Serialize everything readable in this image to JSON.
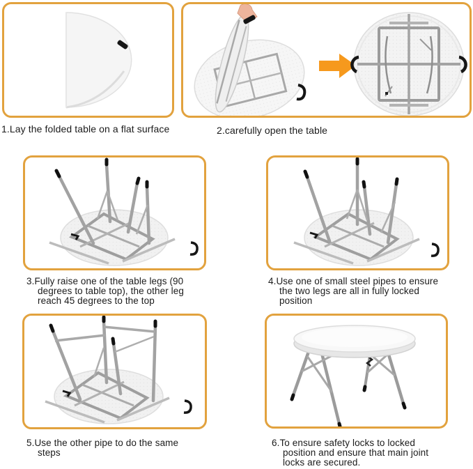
{
  "colors": {
    "panel_border": "#E2A23E",
    "arrow": "#F6991D",
    "text": "#1B1B1B",
    "table_surface": "#F4F4F4",
    "frame_gray": "#A2A2A2",
    "handle_black": "#161616"
  },
  "icons": {
    "arrow_right": "arrow-right-icon"
  },
  "steps": [
    {
      "num": "1",
      "lines": [
        "1.Lay the folded table on a flat surface"
      ]
    },
    {
      "num": "2",
      "lines": [
        "2.carefully open the table"
      ]
    },
    {
      "num": "3",
      "lines": [
        "3.Fully raise one of the table legs (90",
        "degrees to table top), the other leg",
        "reach 45 degrees to the top"
      ]
    },
    {
      "num": "4",
      "lines": [
        "4.Use one of small steel pipes to ensure",
        "the two legs are all in fully locked",
        "position"
      ]
    },
    {
      "num": "5",
      "lines": [
        "5.Use the other pipe to do the same",
        "steps"
      ]
    },
    {
      "num": "6",
      "lines": [
        "6.To ensure safety locks to locked",
        "position and ensure that main joint",
        "locks are secured."
      ]
    }
  ]
}
